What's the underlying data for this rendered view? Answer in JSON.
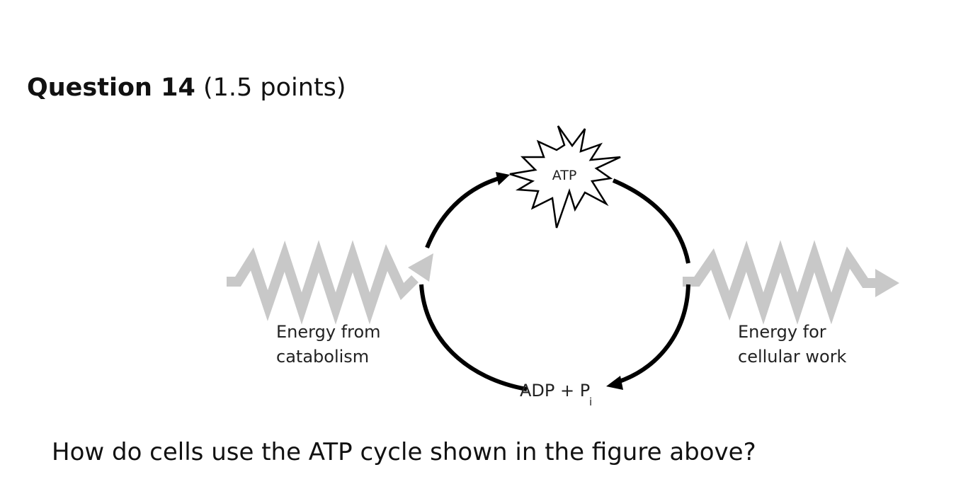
{
  "question": {
    "title": "Question 14",
    "points": "(1.5 points)",
    "prompt": "How do cells use the ATP cycle shown in the figure above?"
  },
  "diagram": {
    "atp_label": "ATP",
    "adp_label": "ADP + P",
    "adp_subscript": "i",
    "left_label_line1": "Energy from",
    "left_label_line2": "catabolism",
    "right_label_line1": "Energy for",
    "right_label_line2": "cellular work"
  },
  "colors": {
    "arrow": "#000000",
    "energy_wave": "#c8c8c8",
    "text": "#222222"
  }
}
